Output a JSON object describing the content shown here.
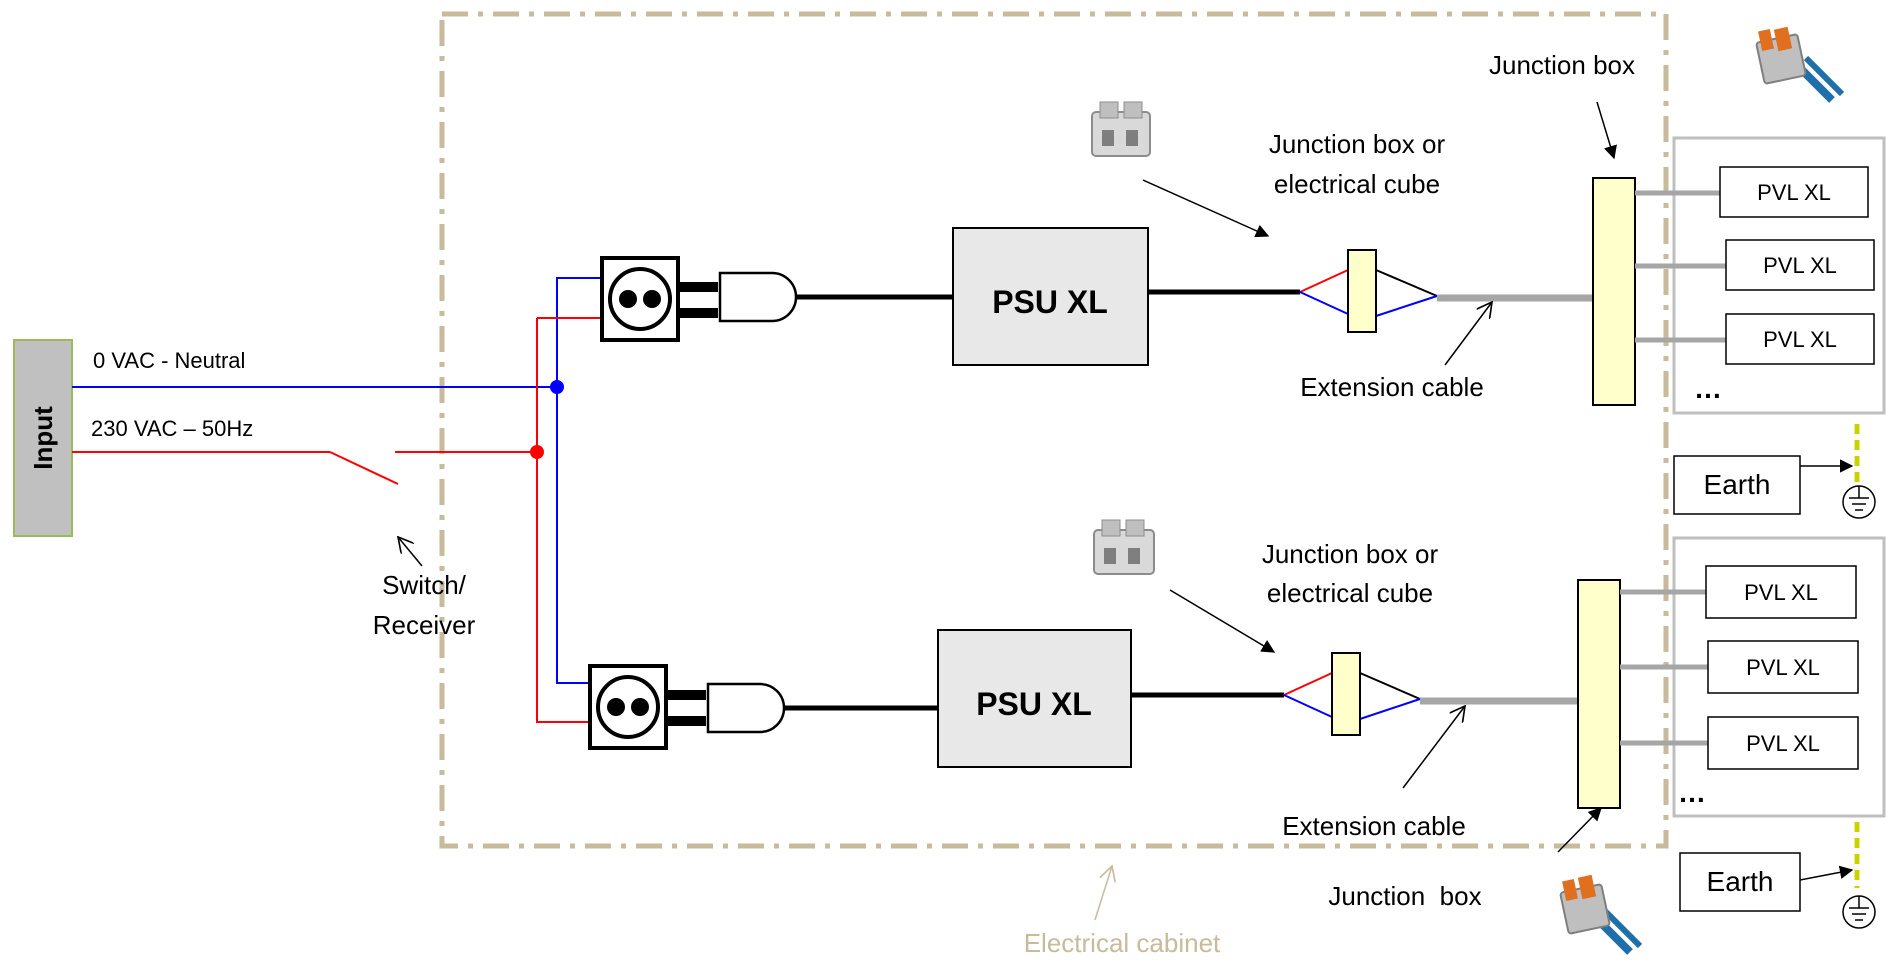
{
  "input": {
    "label": "Input"
  },
  "wires": {
    "neutral_label": "0 VAC - Neutral",
    "live_label": "230 VAC – 50Hz",
    "neutral_color": "#0000ff",
    "live_color": "#ff0000"
  },
  "switch": {
    "label_line1": "Switch/",
    "label_line2": "Receiver"
  },
  "cabinet": {
    "label": "Electrical cabinet",
    "color": "#c8bb9b"
  },
  "psu": {
    "label": "PSU XL"
  },
  "connector": {
    "line1": "Junction box or",
    "line2": "electrical cube"
  },
  "extension": {
    "label": "Extension cable"
  },
  "junction_top": {
    "label": "Junction box"
  },
  "junction_bottom": {
    "label": "Junction  box"
  },
  "pvl": {
    "label": "PVL XL",
    "more": "…"
  },
  "earth": {
    "label": "Earth"
  },
  "colors": {
    "psu_fill": "#e8e8e8",
    "junction_fill": "#ffffcc",
    "input_fill": "#c0c0c0",
    "input_border": "#9bbb59",
    "earth_stripe": "#c8d400"
  }
}
